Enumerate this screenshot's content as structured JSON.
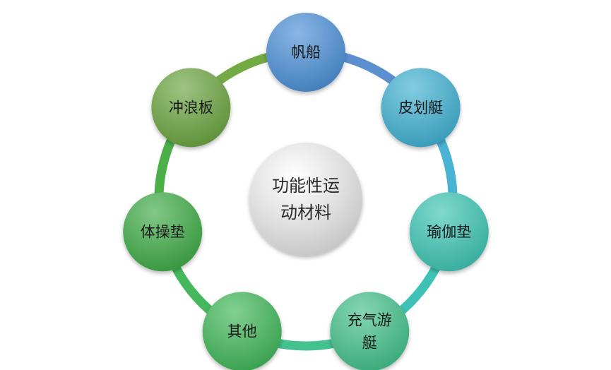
{
  "center": {
    "lines": [
      "功能性运",
      "动材料"
    ],
    "color": "#c4c4c4"
  },
  "nodes": [
    {
      "name": "node-sailboat",
      "lines": [
        "帆船"
      ],
      "color": "#4a8fd6"
    },
    {
      "name": "node-kayak",
      "lines": [
        "皮划艇"
      ],
      "color": "#3fb0d1"
    },
    {
      "name": "node-yoga-mat",
      "lines": [
        "瑜伽垫"
      ],
      "color": "#3cc4b3"
    },
    {
      "name": "node-inflatable",
      "lines": [
        "充气游",
        "艇"
      ],
      "color": "#42c08a"
    },
    {
      "name": "node-other",
      "lines": [
        "其他"
      ],
      "color": "#3fb657"
    },
    {
      "name": "node-gym-mat",
      "lines": [
        "体操垫"
      ],
      "color": "#3daa45"
    },
    {
      "name": "node-surfboard",
      "lines": [
        "冲浪板"
      ],
      "color": "#6aa43e"
    }
  ],
  "ring_colors": [
    "#5b8fd0",
    "#49b3d4",
    "#3fc2b5",
    "#43c28f",
    "#45b85e",
    "#4caf48",
    "#72aa44"
  ]
}
